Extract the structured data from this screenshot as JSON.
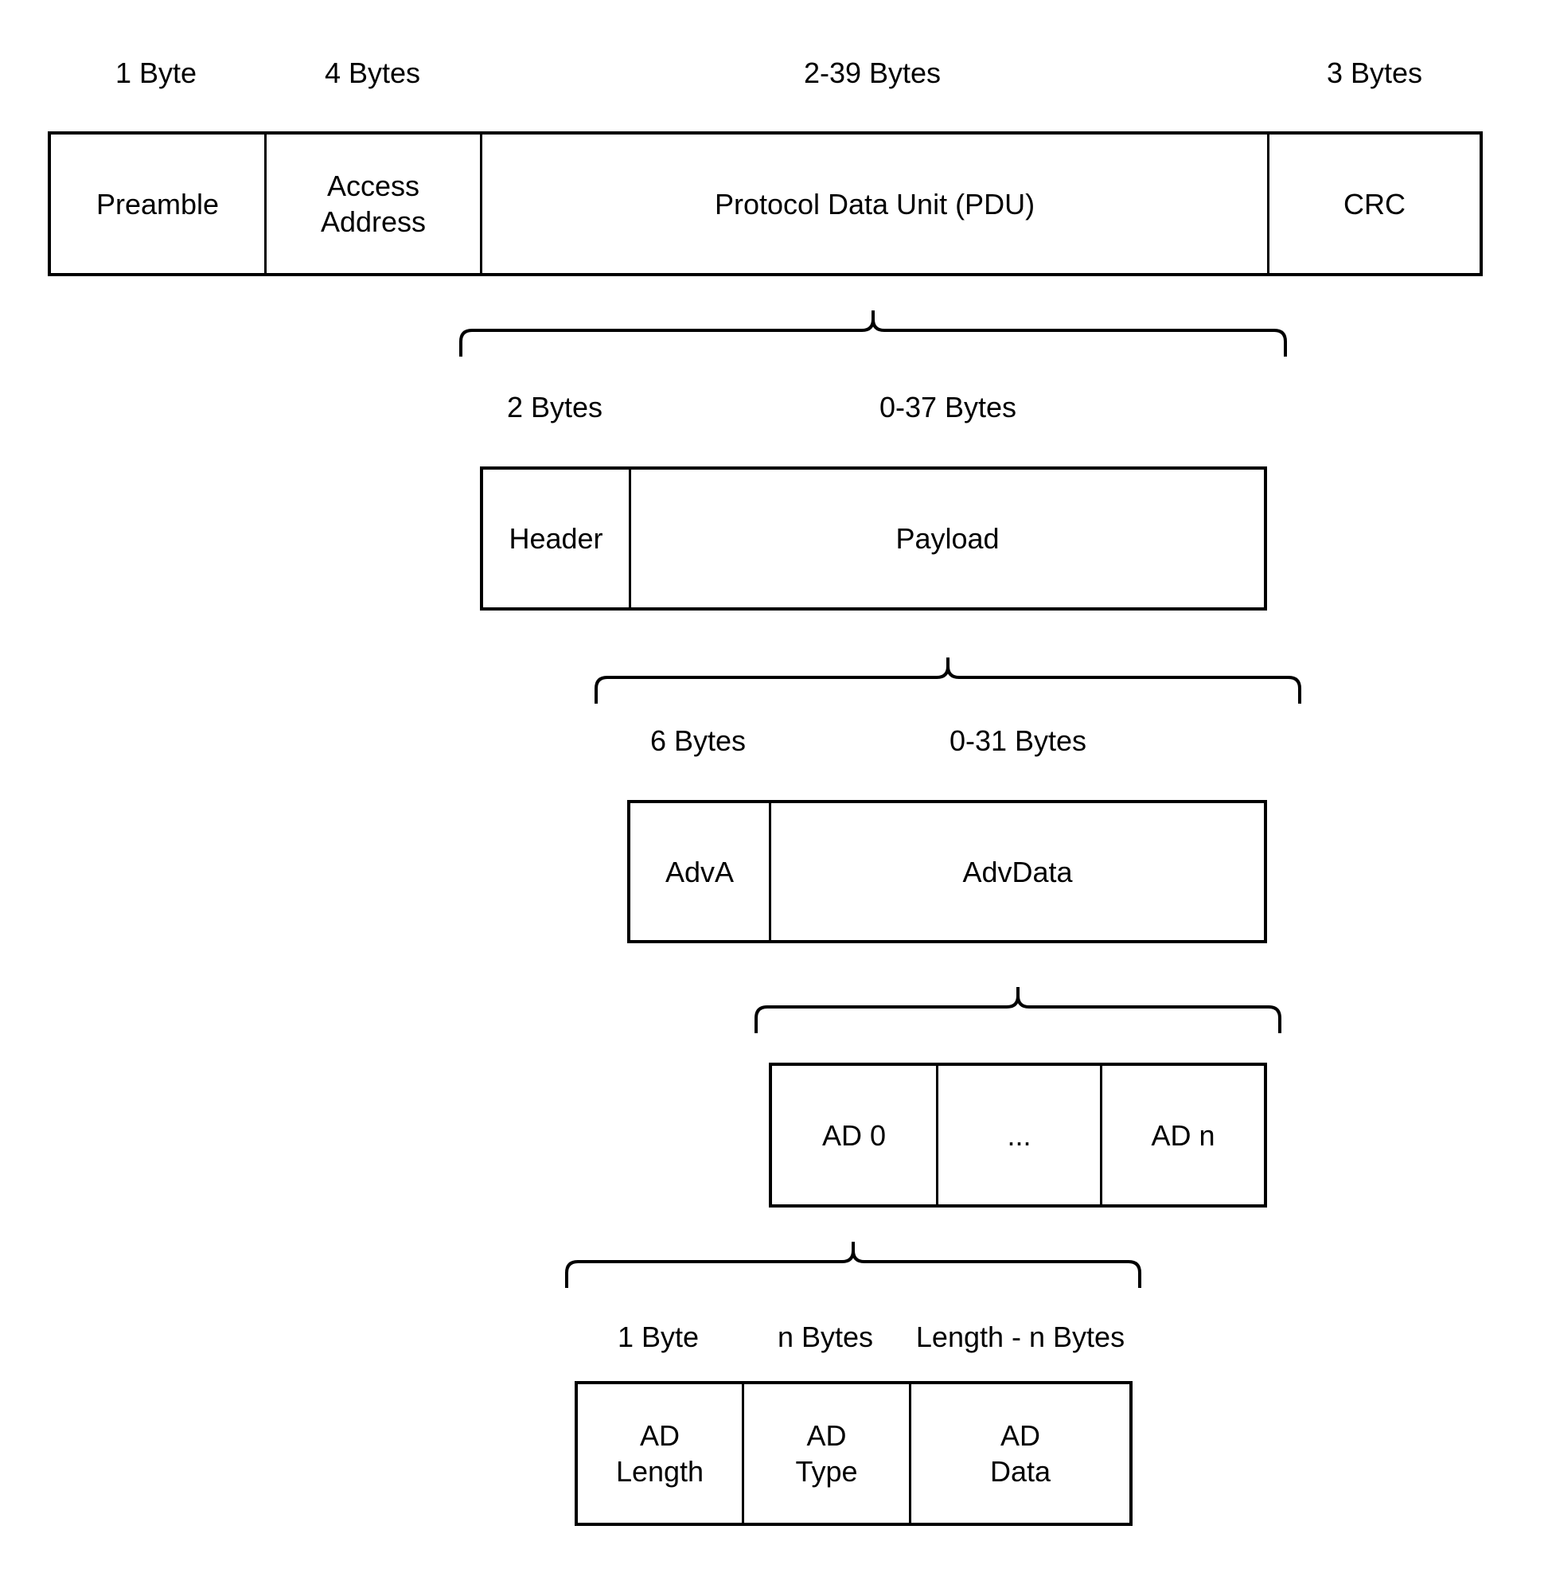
{
  "levels": {
    "packet": {
      "sizes": {
        "preamble": "1 Byte",
        "access_address": "4 Bytes",
        "pdu": "2-39 Bytes",
        "crc": "3 Bytes"
      },
      "fields": {
        "preamble": "Preamble",
        "access_address": "Access\nAddress",
        "pdu": "Protocol Data Unit (PDU)",
        "crc": "CRC"
      }
    },
    "pdu": {
      "sizes": {
        "header": "2 Bytes",
        "payload": "0-37 Bytes"
      },
      "fields": {
        "header": "Header",
        "payload": "Payload"
      }
    },
    "payload": {
      "sizes": {
        "adva": "6 Bytes",
        "advdata": "0-31 Bytes"
      },
      "fields": {
        "adva": "AdvA",
        "advdata": "AdvData"
      }
    },
    "advdata": {
      "fields": {
        "ad0": "AD 0",
        "ellipsis": "...",
        "adn": "AD n"
      }
    },
    "ad_structure": {
      "sizes": {
        "ad_length": "1 Byte",
        "ad_type": "n Bytes",
        "ad_data": "Length - n Bytes"
      },
      "fields": {
        "ad_length": "AD\nLength",
        "ad_type": "AD\nType",
        "ad_data": "AD\nData"
      }
    }
  },
  "colors": {
    "stroke": "#000000",
    "background": "#ffffff",
    "text": "#000000"
  }
}
